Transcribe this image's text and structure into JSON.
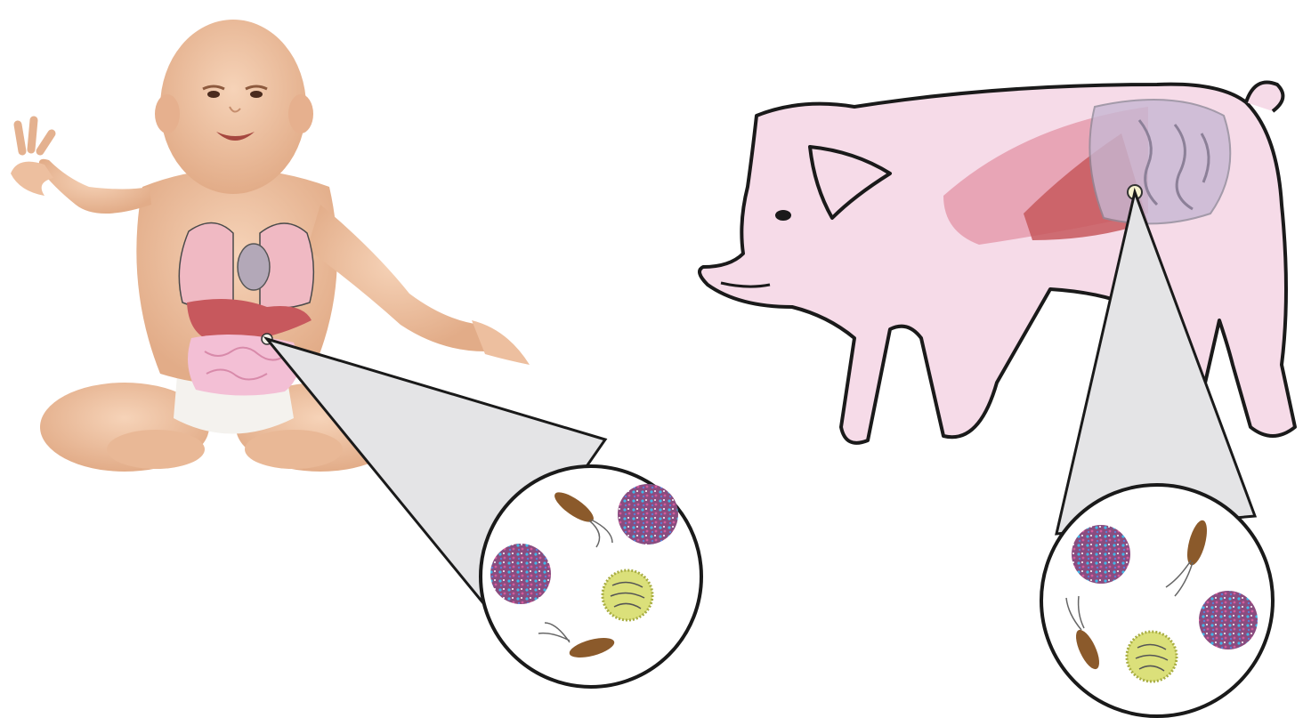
{
  "scene": {
    "subjects": [
      "human-infant",
      "pig"
    ],
    "microbes_in_zoom": [
      "virus-particle",
      "rod-bacterium",
      "enveloped-virus"
    ]
  },
  "colors": {
    "background": "#ffffff",
    "outline": "#1a1a1a",
    "skin": "#efc3a4",
    "pig_body": "#f6dbe8",
    "organ_red": "#c7585d",
    "lung_pink": "#f0b9c3",
    "intestine_pink": "#f3bfd5",
    "zoom_cone": "#e4e4e6",
    "virus_purple": "#8a4c7f",
    "virus_blue": "#3fb7e8",
    "bacterium_brown": "#8b5a2b",
    "capsule_yellow": "#dbe07a"
  }
}
